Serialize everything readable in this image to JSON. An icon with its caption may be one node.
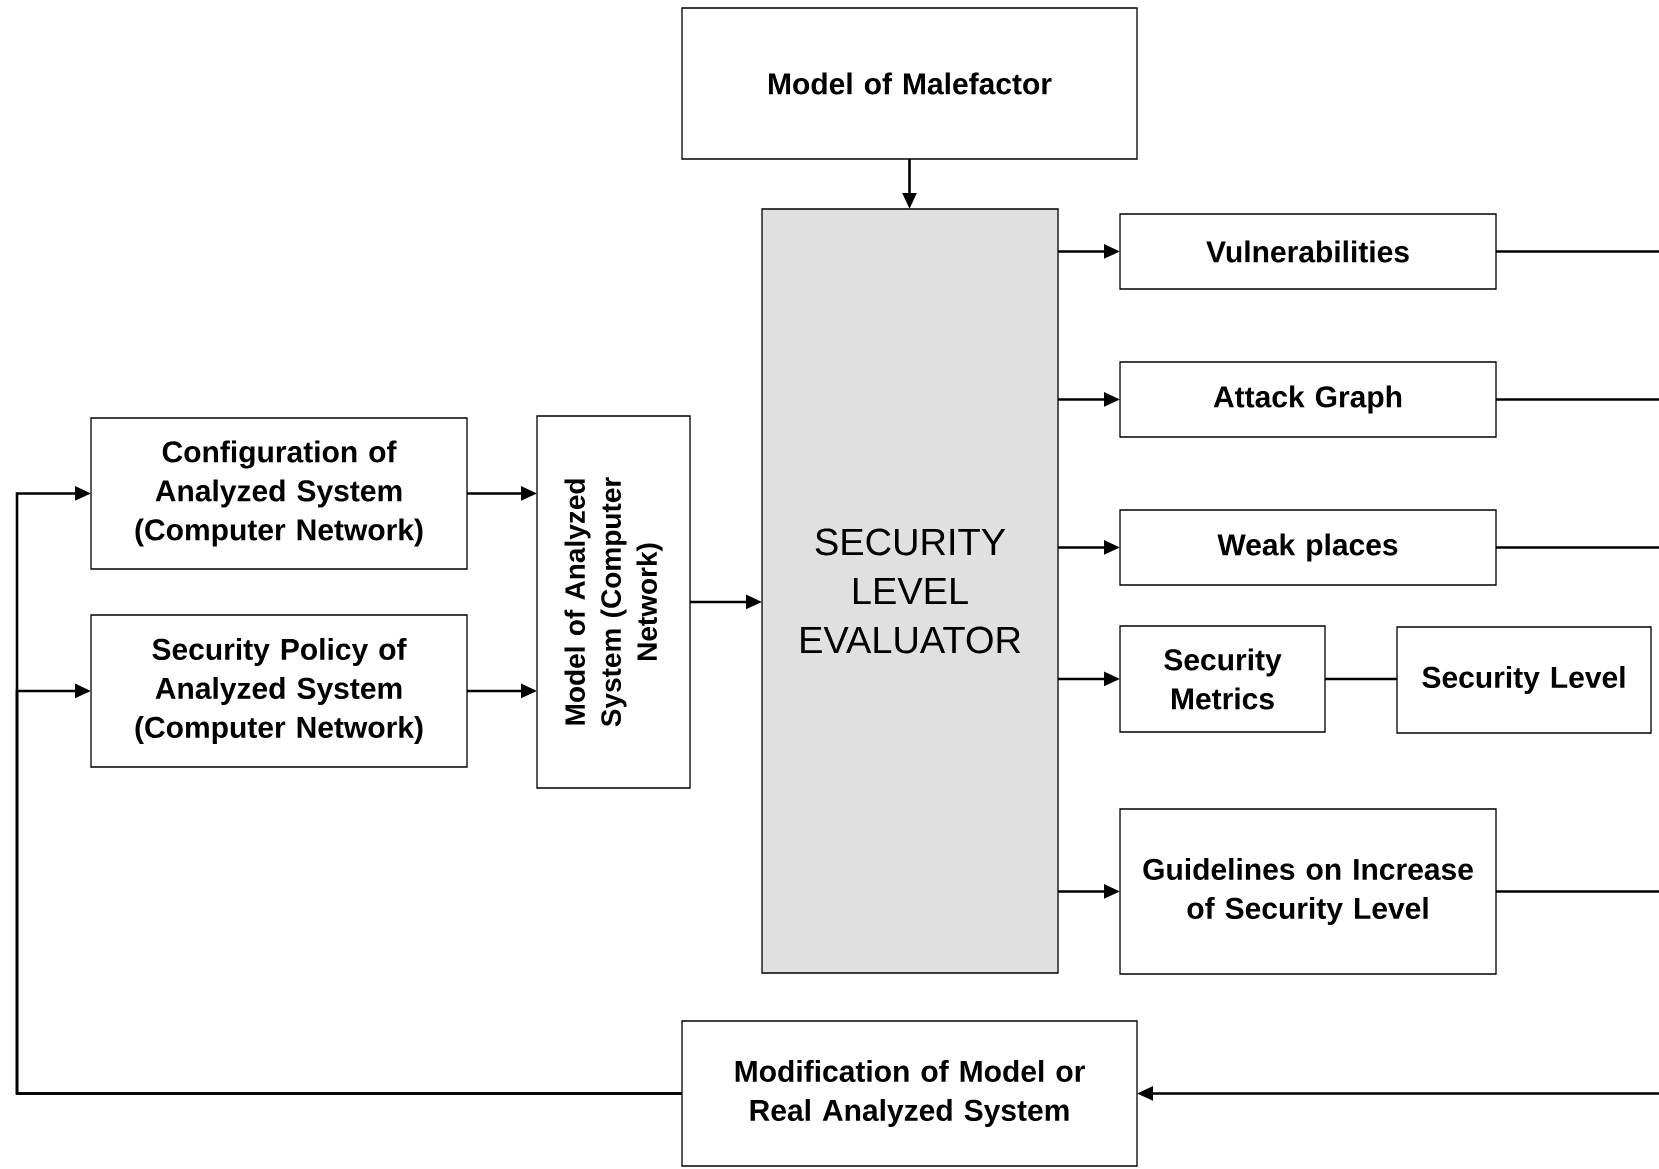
{
  "diagram": {
    "nodes": [
      {
        "text": [
          "Model of Malefactor"
        ]
      },
      {
        "text": [
          "Configuration of Analyzed System (Computer Network)"
        ]
      },
      {
        "text": [
          "Security Policy of Analyzed System (Computer Network)"
        ]
      },
      {
        "text": [
          "Model of Analyzed System (Computer Network)"
        ]
      },
      {
        "text": [
          "SECURITY LEVEL EVALUATOR"
        ]
      },
      {
        "text": [
          "Vulnerabilities"
        ]
      },
      {
        "text": [
          "Attack Graph"
        ]
      },
      {
        "text": [
          "Weak places"
        ]
      },
      {
        "text": [
          "Security Metrics"
        ]
      },
      {
        "text": [
          "Security Level"
        ]
      },
      {
        "text": [
          "Guidelines on Increase of Security Level"
        ]
      },
      {
        "text": [
          "Modification of Model or Real Analyzed System"
        ]
      }
    ],
    "edges": [
      {
        "from": 0,
        "to": 4,
        "arrow": "to"
      },
      {
        "from": 1,
        "to": 3,
        "arrow": "to"
      },
      {
        "from": 2,
        "to": 3,
        "arrow": "to"
      },
      {
        "from": 3,
        "to": 4,
        "arrow": "to"
      },
      {
        "from": 4,
        "to": 5,
        "arrow": "to"
      },
      {
        "from": 4,
        "to": 6,
        "arrow": "to"
      },
      {
        "from": 4,
        "to": 7,
        "arrow": "to"
      },
      {
        "from": 4,
        "to": 8,
        "arrow": "to"
      },
      {
        "from": 4,
        "to": 10,
        "arrow": "to"
      },
      {
        "from": 8,
        "to": 9,
        "arrow": "none"
      },
      {
        "from": 5,
        "to": null,
        "arrow": "none"
      },
      {
        "from": 6,
        "to": null,
        "arrow": "none"
      },
      {
        "from": 7,
        "to": null,
        "arrow": "none"
      },
      {
        "from": 10,
        "to": null,
        "arrow": "none"
      },
      {
        "from": null,
        "to": 11,
        "arrow": "to"
      },
      {
        "from": 11,
        "to": 1,
        "arrow": "to"
      },
      {
        "from": 11,
        "to": 2,
        "arrow": "to"
      }
    ]
  }
}
